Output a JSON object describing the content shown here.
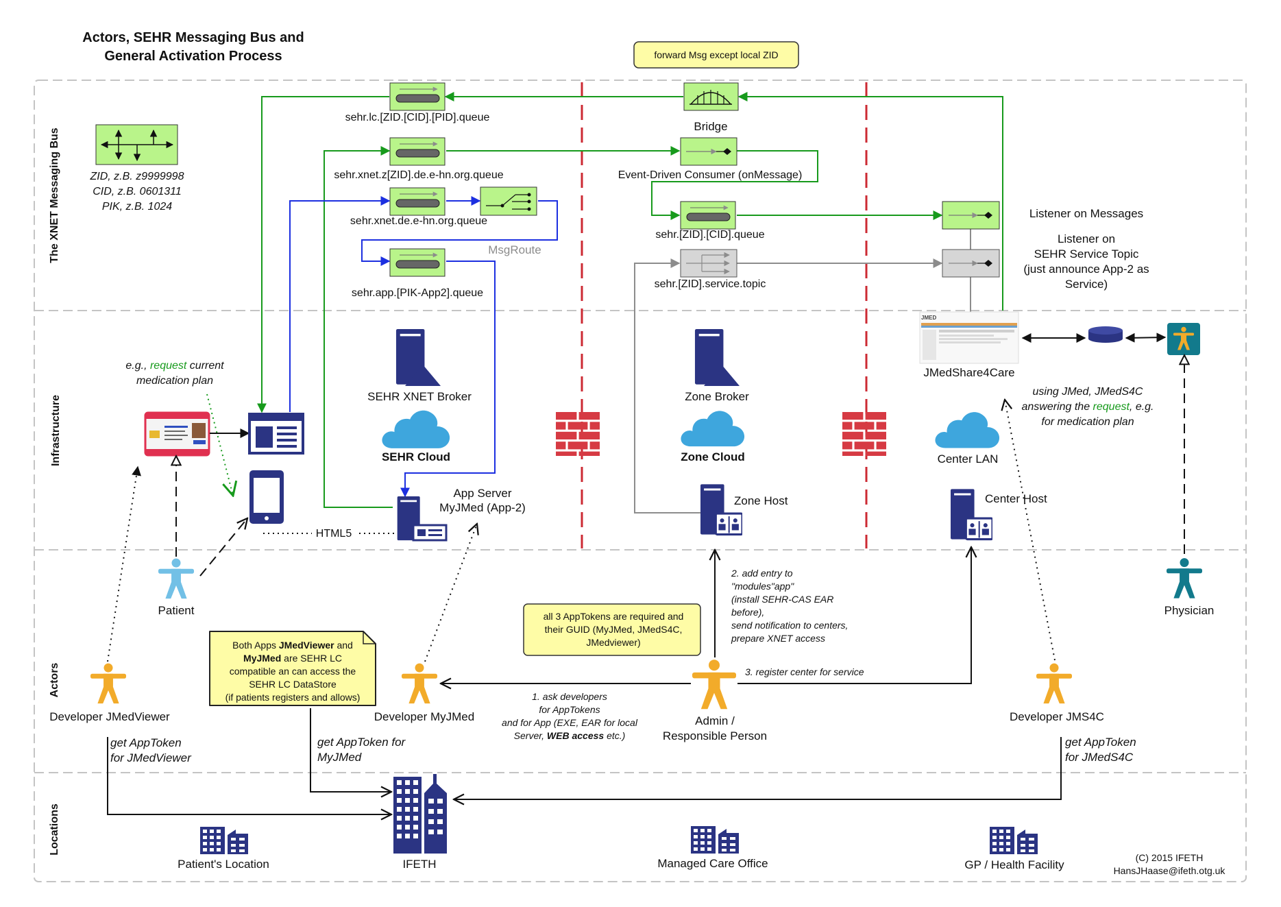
{
  "title": {
    "line1": "Actors, SEHR Messaging Bus and",
    "line2": "General Activation Process"
  },
  "lanes": {
    "bus": "The XNET Messaging Bus",
    "infra": "Infrastructure",
    "actors": "Actors",
    "locations": "Locations"
  },
  "legend": {
    "zid": "ZID, z.B. z9999998",
    "cid": "CID, z.B. 0601311",
    "pik": "PIK, z.B. 1024"
  },
  "bus": {
    "forward_note": "forward Msg except local ZID",
    "bridge": "Bridge",
    "q_lc": "sehr.lc.[ZID.[CID].[PID].queue",
    "q_xnet_z": "sehr.xnet.z[ZID].de.e-hn.org.queue",
    "q_xnet": "sehr.xnet.de.e-hn.org.queue",
    "msgroute": "MsgRoute",
    "q_app": "sehr.app.[PIK-App2].queue",
    "consumer": "Event-Driven Consumer (onMessage)",
    "q_zid_cid": "sehr.[ZID].[CID].queue",
    "topic": "sehr.[ZID].service.topic",
    "listener_msgs": "Listener on Messages",
    "listener_topic": [
      "Listener on",
      "SEHR Service Topic",
      "(just announce App-2 as",
      "Service)"
    ]
  },
  "infra": {
    "request_note": {
      "pre": "e.g., ",
      "highlight": "request",
      "post": " current",
      "line2": "medication plan"
    },
    "sehr_broker": "SEHR XNET Broker",
    "sehr_cloud": "SEHR Cloud",
    "app_server": [
      "App Server",
      "MyJMed (App-2)"
    ],
    "html5": "HTML5",
    "zone_broker": "Zone Broker",
    "zone_cloud": "Zone Cloud",
    "zone_host": "Zone Host",
    "jmedshare": "JMedShare4Care",
    "jmed_logo": "JMED",
    "center_lan": "Center LAN",
    "center_host": "Center Host",
    "answer_note": {
      "line1": "using JMed, JMedS4C",
      "pre": "answering the ",
      "highlight": "request",
      "post": ", e.g.",
      "line3": "for medication plan"
    }
  },
  "actors": {
    "patient": "Patient",
    "physician": "Physician",
    "dev_viewer": "Developer JMedViewer",
    "dev_myjmed": "Developer MyJMed",
    "admin": [
      "Admin /",
      "Responsible Person"
    ],
    "dev_jms4c": "Developer JMS4C",
    "both_apps_note": [
      {
        "pre": "Both Apps ",
        "bold": "JMedViewer",
        "post": " and"
      },
      {
        "pre": "",
        "bold": "MyJMed",
        "post": " are SEHR LC"
      },
      {
        "pre": "compatible an can access the",
        "bold": "",
        "post": ""
      },
      {
        "pre": "SEHR LC DataStore",
        "bold": "",
        "post": ""
      },
      {
        "pre": "(if patients registers and allows)",
        "bold": "",
        "post": ""
      }
    ],
    "tokens_note": [
      "all 3 AppTokens are required and",
      "their GUID (MyJMed, JMedS4C,",
      "JMedviewer)"
    ],
    "step1": [
      {
        "pre": "1. ask developers",
        "bold": "",
        "post": ""
      },
      {
        "pre": "for AppTokens",
        "bold": "",
        "post": ""
      },
      {
        "pre": "and for App (EXE, EAR for local",
        "bold": "",
        "post": ""
      },
      {
        "pre": "Server, ",
        "bold": "WEB access",
        "post": " etc.)"
      }
    ],
    "step2": [
      "2. add entry to",
      "\"modules\"app\"",
      "(install SEHR-CAS EAR",
      "before),",
      "send notification to centers,",
      "prepare XNET access"
    ],
    "step3": "3. register center for service",
    "token_viewer": [
      "get AppToken",
      "for JMedViewer"
    ],
    "token_myjmed": [
      "get AppToken for",
      "MyJMed"
    ],
    "token_jms4c": [
      "get AppToken",
      "for JMedS4C"
    ]
  },
  "locations": {
    "patient_loc": "Patient's Location",
    "ifeth": "IFETH",
    "managed_care": "Managed Care Office",
    "gp": "GP / Health Facility",
    "copyright": "(C) 2015 IFETH",
    "email": "HansJHaase@ifeth.otg.uk"
  },
  "colors": {
    "green_flow": "#179a1c",
    "blue_flow": "#1c2fe0",
    "navy": "#2b3483",
    "cloud": "#3ea6dd",
    "orange_actor": "#f2ab2a",
    "lightblue_actor": "#72c0e6",
    "teal_actor": "#127a8c",
    "queue_fill": "#b9f48a",
    "note_fill": "#fefca6",
    "wall": "#d63a43",
    "dash_red": "#cc2a33"
  }
}
